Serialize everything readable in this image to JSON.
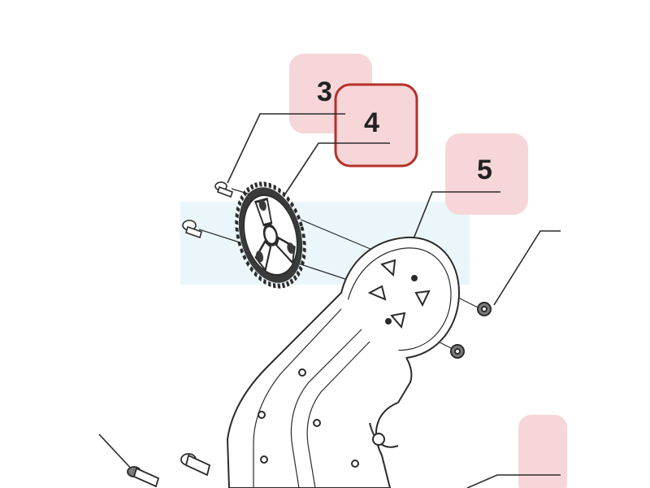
{
  "callouts": [
    {
      "number": "3",
      "part": "screw",
      "highlighted": false
    },
    {
      "number": "4",
      "part": "sprocket-gear",
      "highlighted": true
    },
    {
      "number": "5",
      "part": "mounting-plate",
      "highlighted": false
    }
  ],
  "colors": {
    "line": "#2b2b2b",
    "badge_fill": "#f6d6d8",
    "highlight_border": "#b5302a",
    "shadow_band": "#dbeef6"
  }
}
